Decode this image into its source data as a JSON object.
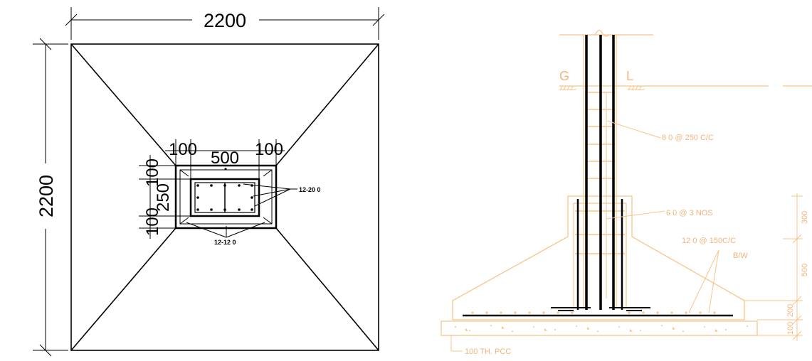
{
  "plan": {
    "width_dim": "2200",
    "height_dim": "2200",
    "top_dim_100a": "100",
    "top_dim_500": "500",
    "top_dim_100b": "100",
    "left_dim_100a": "100",
    "left_dim_250": "250",
    "left_dim_100b": "100",
    "rebar_top_label": "12-20 0",
    "rebar_bottom_label": "12-12 0"
  },
  "section": {
    "ground_left": "G",
    "ground_right": "L",
    "stirrup_label": "8 0 @ 250 C/C",
    "ties_label": "6 0 @ 3  NOS",
    "mesh_label": "12 0 @ 150C/C",
    "mesh_label_2": "B/W",
    "pcc_label": "100 TH.  PCC",
    "dim_300": "300",
    "dim_500": "500",
    "dim_200": "200",
    "dim_100": "100"
  },
  "colors": {
    "line": "#000000",
    "section_line": "#f8c58a",
    "section_text": "#f2b57a"
  }
}
